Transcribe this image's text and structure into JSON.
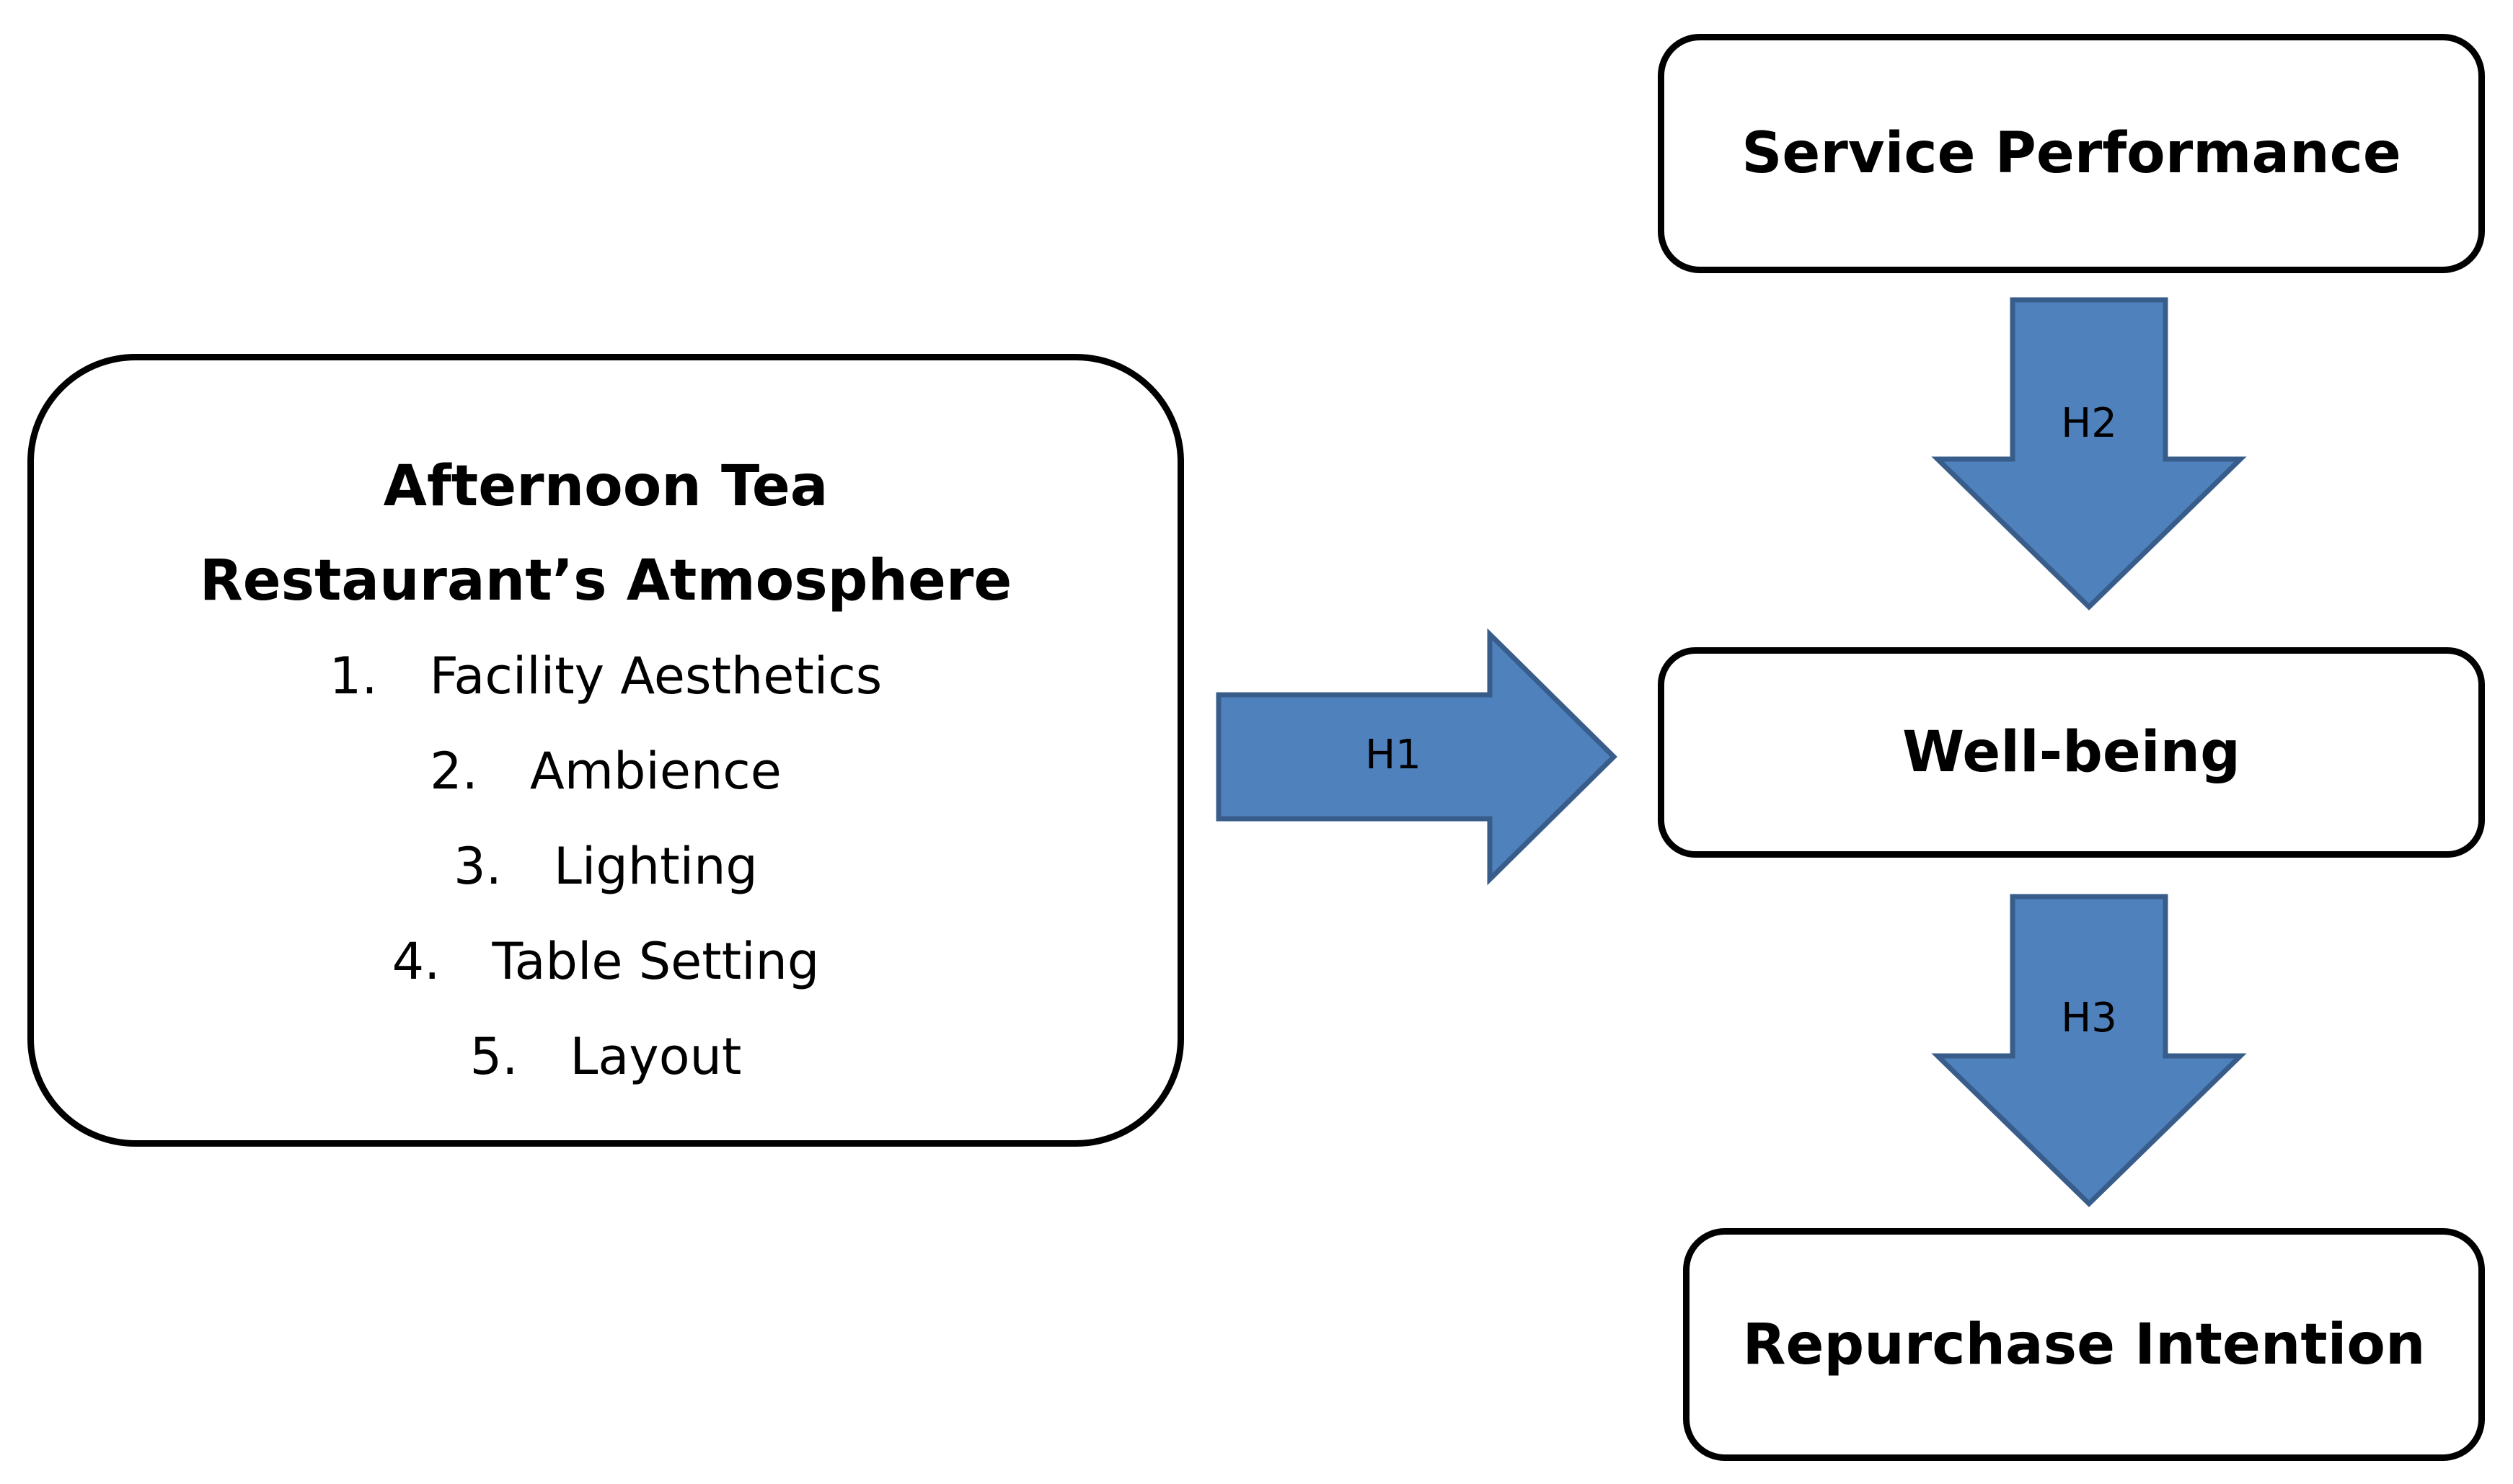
{
  "colors": {
    "arrow_fill": "#4f81bd",
    "arrow_stroke": "#385d8a",
    "box_border": "#000000",
    "background": "#ffffff"
  },
  "nodes": {
    "atmosphere": {
      "title_line1": "Afternoon Tea",
      "title_line2": "Restaurant’s Atmosphere",
      "items": [
        {
          "num": "1.",
          "label": "Facility Aesthetics"
        },
        {
          "num": "2.",
          "label": "Ambience"
        },
        {
          "num": "3.",
          "label": "Lighting"
        },
        {
          "num": "4.",
          "label": "Table Setting"
        },
        {
          "num": "5.",
          "label": "Layout"
        }
      ]
    },
    "service_performance": {
      "label": "Service Performance"
    },
    "well_being": {
      "label": "Well-being"
    },
    "repurchase_intention": {
      "label": "Repurchase Intention"
    }
  },
  "edges": [
    {
      "from": "atmosphere",
      "to": "well_being",
      "label": "H1"
    },
    {
      "from": "service_performance",
      "to": "well_being",
      "label": "H2"
    },
    {
      "from": "well_being",
      "to": "repurchase_intention",
      "label": "H3"
    }
  ]
}
